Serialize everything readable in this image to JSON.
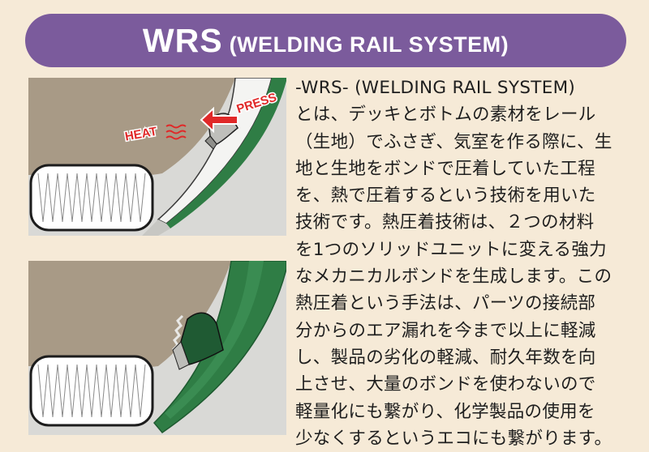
{
  "banner": {
    "title_main": "WRS",
    "title_sub": " (WELDING RAIL SYSTEM)"
  },
  "diagram_top": {
    "heat_label": "HEAT",
    "press_label": "PRESS"
  },
  "description": {
    "text": "-WRS- (WELDING RAIL SYSTEM)\nとは、デッキとボトムの素材をレール\n（生地）でふさぎ、気室を作る際に、生\n地と生地をボンドで圧着していた工程\nを、熱で圧着するという技術を用いた\n技術です。熱圧着技術は、２つの材料\nを1つのソリッドユニットに変える強力\nなメカニカルボンドを生成します。この\n熱圧着という手法は、パーツの接続部\n分からのエア漏れを今まで以上に軽減\nし、製品の劣化の軽減、耐久年数を向\n上させ、大量のボンドを使わないので\n軽量化にも繋がり、化学製品の使用を\n少なくするというエコにも繋がります。"
  },
  "colors": {
    "banner": "#7b5b9c",
    "background": "#f6ead7",
    "accent_red": "#e02828",
    "rail_green": "#2f7d45",
    "board_tan": "#a89a86"
  }
}
